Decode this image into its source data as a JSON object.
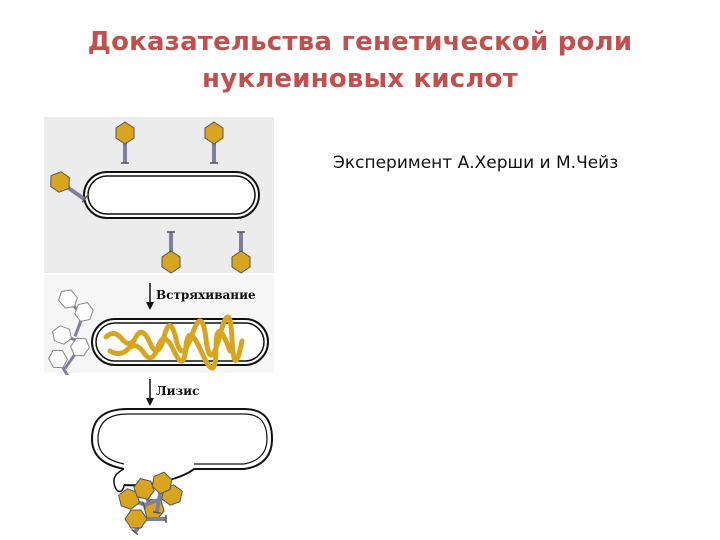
{
  "slide": {
    "title_line1": "Доказательства генетической роли",
    "title_line2": "нуклеиновых кислот",
    "subtitle": "Эксперимент А.Херши и М.Чейз"
  },
  "figure": {
    "step1_label": "Встряхивание",
    "step2_label": "Лизис"
  },
  "colors": {
    "title": "#c0504d",
    "phage_head": "#d9a520",
    "phage_tail": "#7e7e9e",
    "dna": "#d9a520",
    "panel_bg": "#ececec"
  }
}
